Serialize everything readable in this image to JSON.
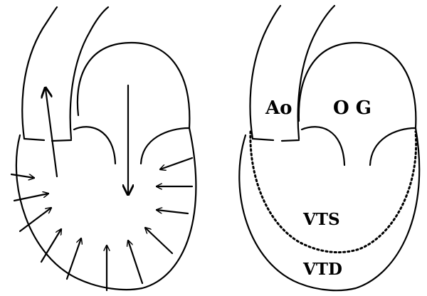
{
  "labels": {
    "aorta": "Ao",
    "left_atrium": "O G",
    "end_systolic_volume": "VTS",
    "end_diastolic_volume": "VTD"
  }
}
